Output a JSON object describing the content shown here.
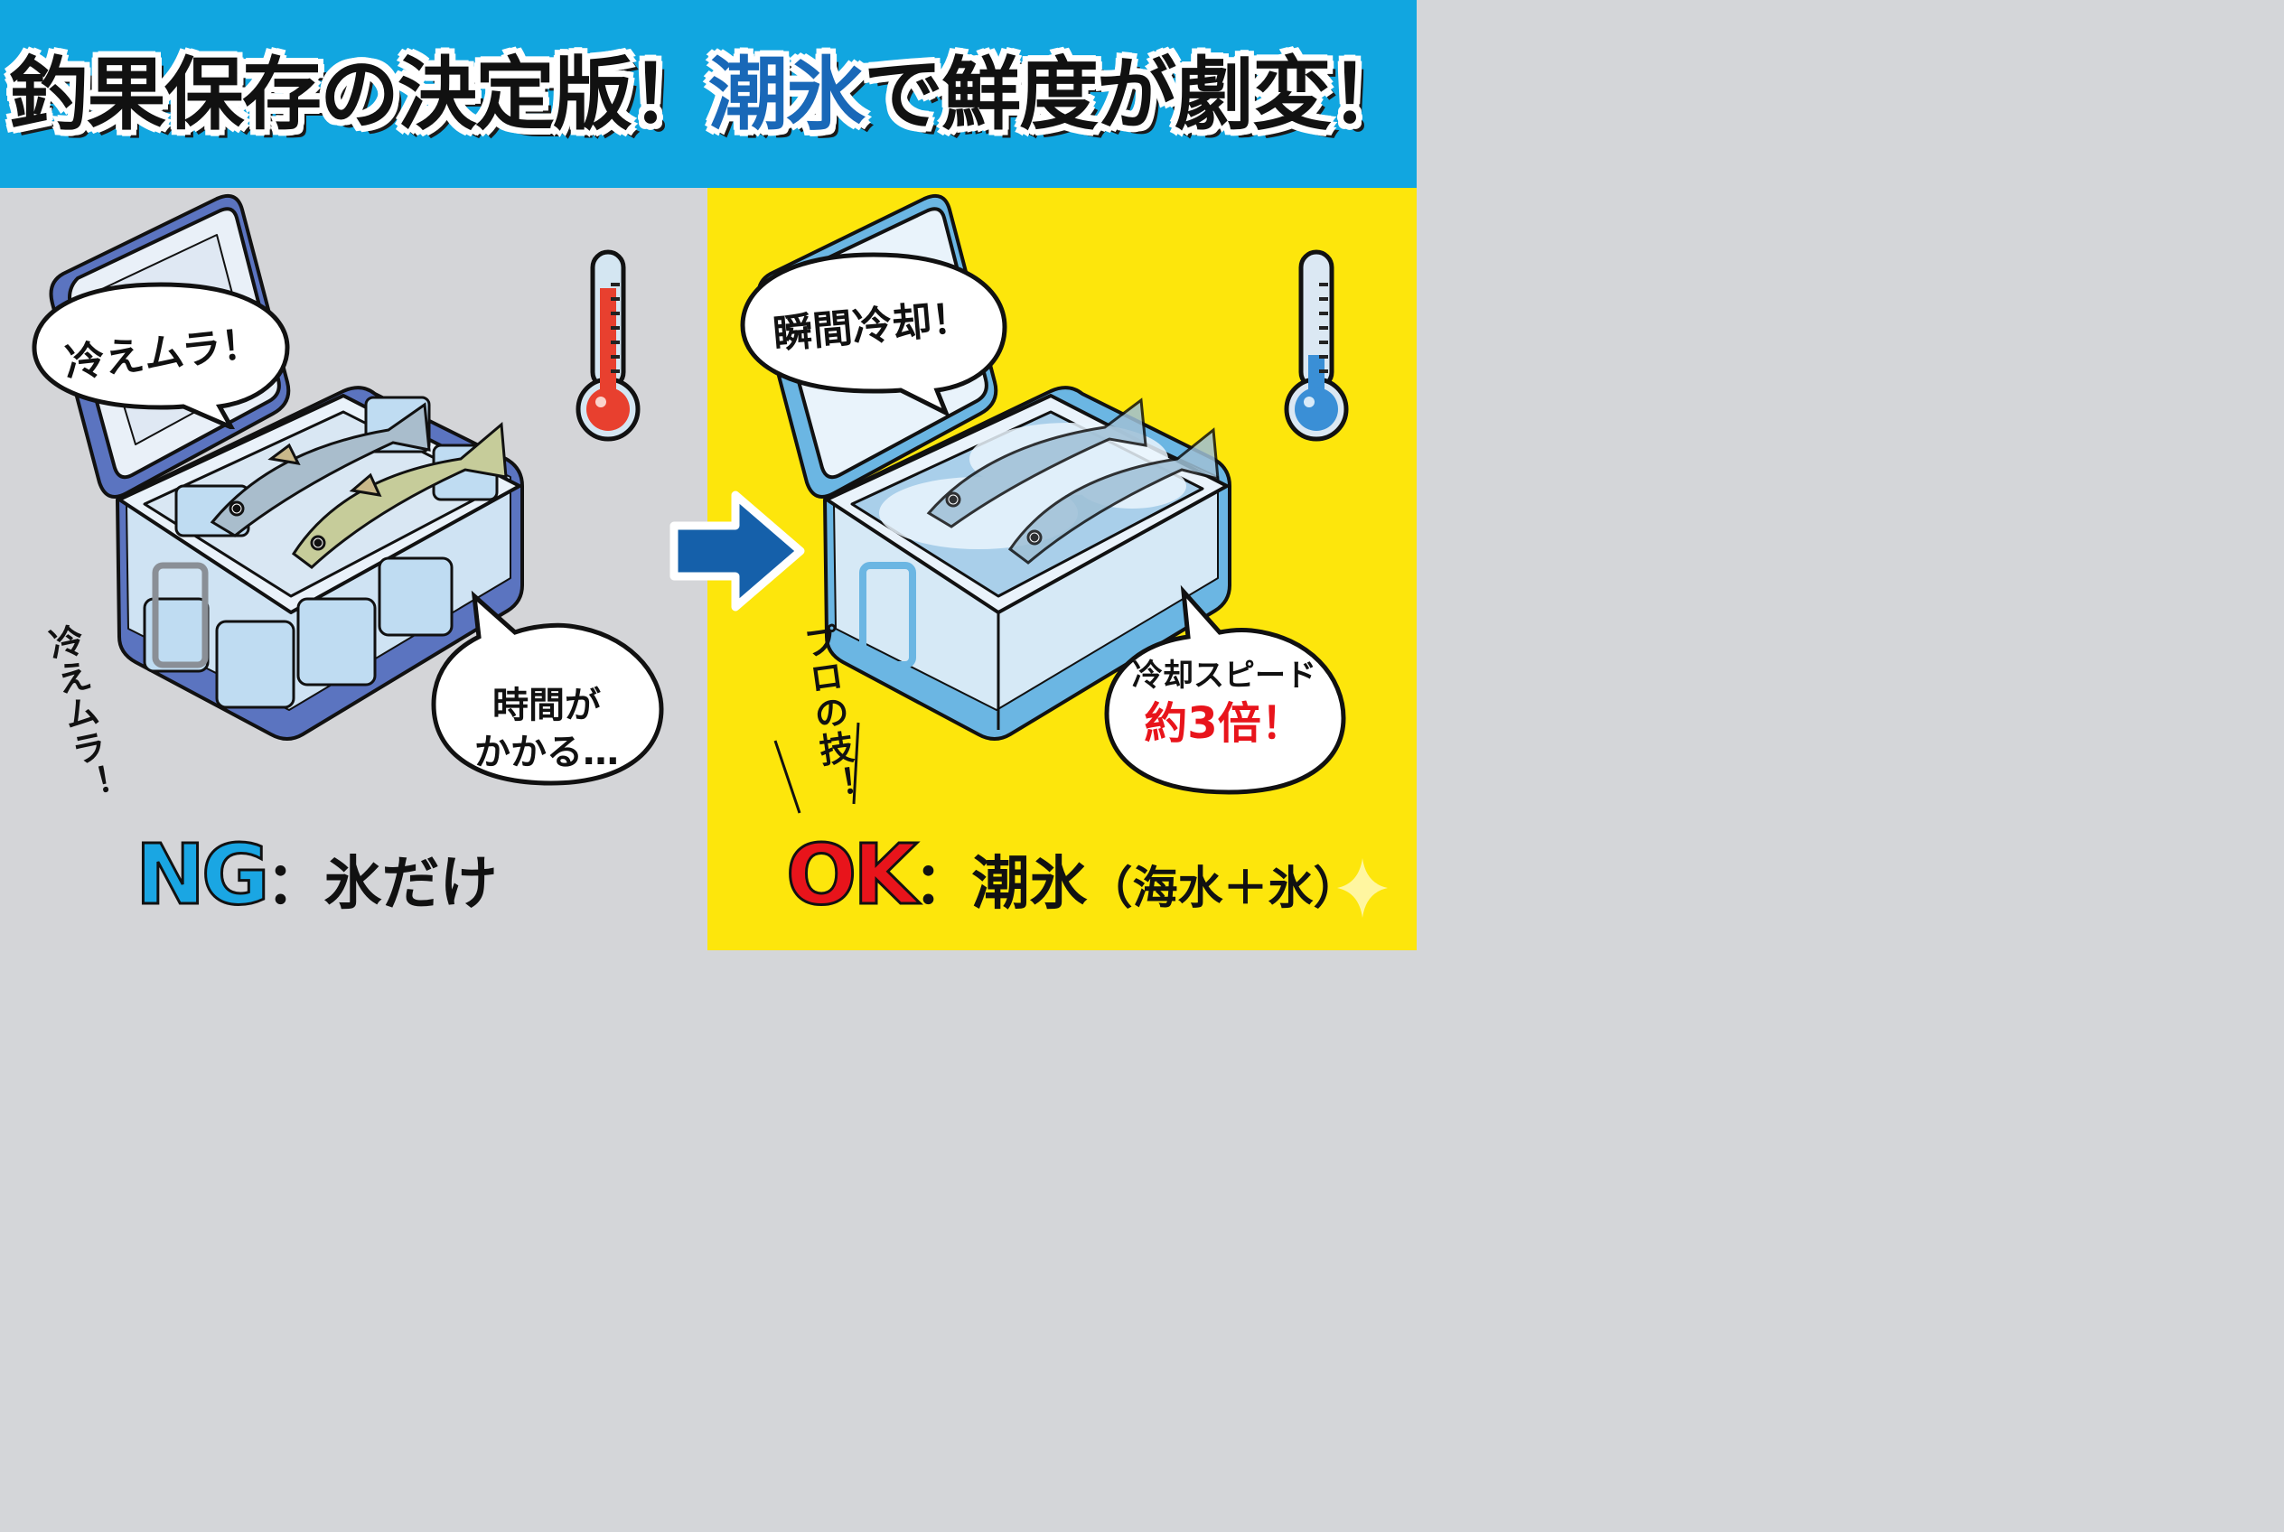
{
  "header": {
    "title_part1": "釣果保存の決定版！",
    "title_accent": "潮氷",
    "title_part2": "で鮮度が劇変！",
    "background_color": "#11a6e0",
    "accent_color": "#1968b8"
  },
  "left_panel": {
    "background_color": "#d4d5d8",
    "bubble_top": "冷えムラ！",
    "bubble_bottom_line1": "時間が",
    "bubble_bottom_line2": "かかる…",
    "side_text": "冷えムラ！",
    "label_badge": "NG",
    "label_separator": "：",
    "label_text": "氷だけ",
    "badge_color": "#1aa6e3",
    "thermometer": {
      "state": "hot",
      "fill_color": "#e8402f"
    },
    "cooler_color": "#5b74c0",
    "contents": "ice-cubes-and-two-fish"
  },
  "transition_arrow": {
    "icon": "right-arrow-icon",
    "color": "#1560aa"
  },
  "right_panel": {
    "background_color": "#fde60c",
    "bubble_top": "瞬間冷却！",
    "bubble_bottom_line1": "冷却スピード",
    "bubble_bottom_line2": "約3倍！",
    "bubble_highlight_color": "#e8141b",
    "side_text": "プロの技！",
    "label_badge": "OK",
    "label_separator": "：",
    "label_text": "潮氷",
    "label_paren": "（海水＋氷）",
    "badge_color": "#e8141b",
    "thermometer": {
      "state": "cold",
      "fill_color": "#3a8fd6"
    },
    "cooler_color": "#6bb6e3",
    "contents": "slush-ice-and-two-fish"
  },
  "decor": {
    "sparkle_icon": "sparkle-icon"
  }
}
